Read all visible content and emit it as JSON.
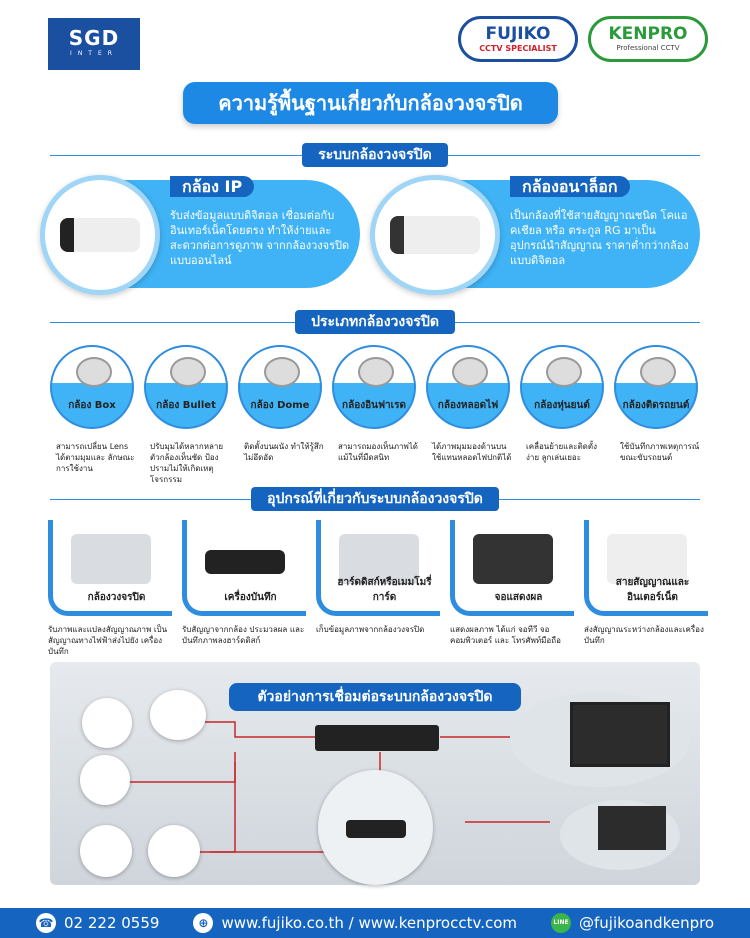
{
  "logos": {
    "sgd": "SGD",
    "sgd_sub": "INTER",
    "fujiko": "FUJIKO",
    "fujiko_sub": "CCTV SPECIALIST",
    "kenpro": "KENPRO",
    "kenpro_sub": "Professional CCTV"
  },
  "title": "ความรู้พื้นฐานเกี่ยวกับกล้องวงจรปิด",
  "sections": {
    "system": "ระบบกล้องวงจรปิด",
    "types": "ประเภทกล้องวงจรปิด",
    "equipment": "อุปกรณ์ที่เกี่ยวกับระบบกล้องวงจรปิด",
    "example": "ตัวอย่างการเชื่อมต่อระบบกล้องวงจรปิด"
  },
  "systems": [
    {
      "title": "กล้อง IP",
      "desc": "รับส่งข้อมูลแบบดิจิตอล เชื่อมต่อกับอินเทอร์เน็ตโดยตรง ทำให้ง่ายและสะดวกต่อการดูภาพ จากกล้องวงจรปิดแบบออนไลน์"
    },
    {
      "title": "กล้องอนาล็อก",
      "desc": "เป็นกล้องที่ใช้สายสัญญาณชนิด โคแอคเชียล หรือ ตระกูล RG มาเป็นอุปกรณ์นำสัญญาณ ราคาต่ำกว่ากล้องแบบดิจิตอล"
    }
  ],
  "types": [
    {
      "label": "กล้อง Box",
      "desc": "สามารถเปลี่ยน Lens ได้ตามมุมและ ลักษณะการใช้งาน"
    },
    {
      "label": "กล้อง Bullet",
      "desc": "ปรับมุมได้หลากหลาย ตัวกล้องเห็นชัด ป้องปรามไม่ให้เกิดเหตุ โจรกรรม"
    },
    {
      "label": "กล้อง Dome",
      "desc": "ติดตั้งบนผนัง ทำให้รู้สึกไม่อึดอัด"
    },
    {
      "label": "กล้องอินฟาเรด",
      "desc": "สามารถมองเห็นภาพได้ แม้ในที่มืดสนิท"
    },
    {
      "label": "กล้องหลอดไฟ",
      "desc": "ได้ภาพมุมมองด้านบน ใช้แทนหลอดไฟปกติได้"
    },
    {
      "label": "กล้องหุ่นยนต์",
      "desc": "เคลื่อนย้ายและติดตั้งง่าย ลูกเล่นเยอะ"
    },
    {
      "label": "กล้องติดรถยนต์",
      "desc": "ใช้บันทึกภาพเหตุการณ์ ขณะขับรถยนต์"
    }
  ],
  "equipment": [
    {
      "label": "กล้องวงจรปิด",
      "desc": "รับภาพและแปลงสัญญาณภาพ เป็นสัญญาณทางไฟฟ้าส่งไปยัง เครื่องบันทึก"
    },
    {
      "label": "เครื่องบันทึก",
      "desc": "รับสัญญาจากกล้อง ประมวลผล และบันทึกภาพลงฮาร์ดดิสก์"
    },
    {
      "label": "ฮาร์ดดิสก์หรือเมมโมรี่การ์ด",
      "desc": "เก็บข้อมูลภาพจากกล้องวงจรปิด"
    },
    {
      "label": "จอแสดงผล",
      "desc": "แสดงผลภาพ ได้แก่ จอทีวี จอคอมพิวเตอร์ และ โทรศัพท์มือถือ"
    },
    {
      "label": "สายสัญญาณและอินเตอร์เน็ต",
      "desc": "ส่งสัญญาณระหว่างกล้องและเครื่องบันทึก"
    }
  ],
  "footer": {
    "phone": "02 222 0559",
    "web": "www.fujiko.co.th / www.kenprocctv.com",
    "social": "@fujikoandkenpro",
    "line": "LINE"
  },
  "colors": {
    "primary": "#1565c0",
    "accent": "#3fb3f5"
  }
}
